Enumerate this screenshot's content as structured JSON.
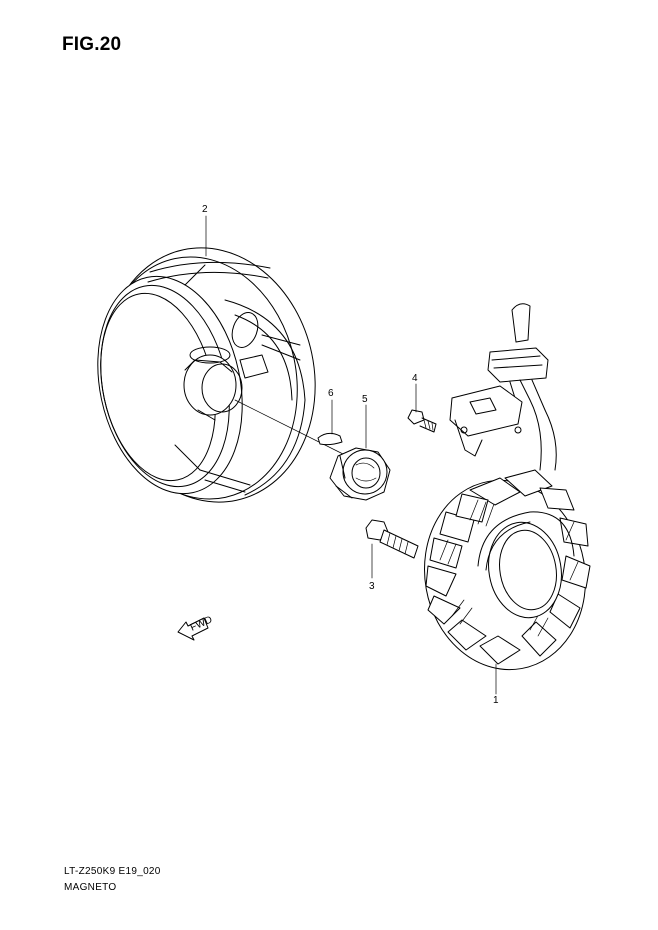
{
  "figure": {
    "title": "FIG.20"
  },
  "callouts": [
    {
      "id": "1",
      "label": "1"
    },
    {
      "id": "2",
      "label": "2"
    },
    {
      "id": "3",
      "label": "3"
    },
    {
      "id": "4",
      "label": "4"
    },
    {
      "id": "5",
      "label": "5"
    },
    {
      "id": "6",
      "label": "6"
    }
  ],
  "direction_arrow": {
    "label": "FWD"
  },
  "footer": {
    "model_code": "LT-Z250K9 E19_020",
    "section_name": "MAGNETO"
  }
}
